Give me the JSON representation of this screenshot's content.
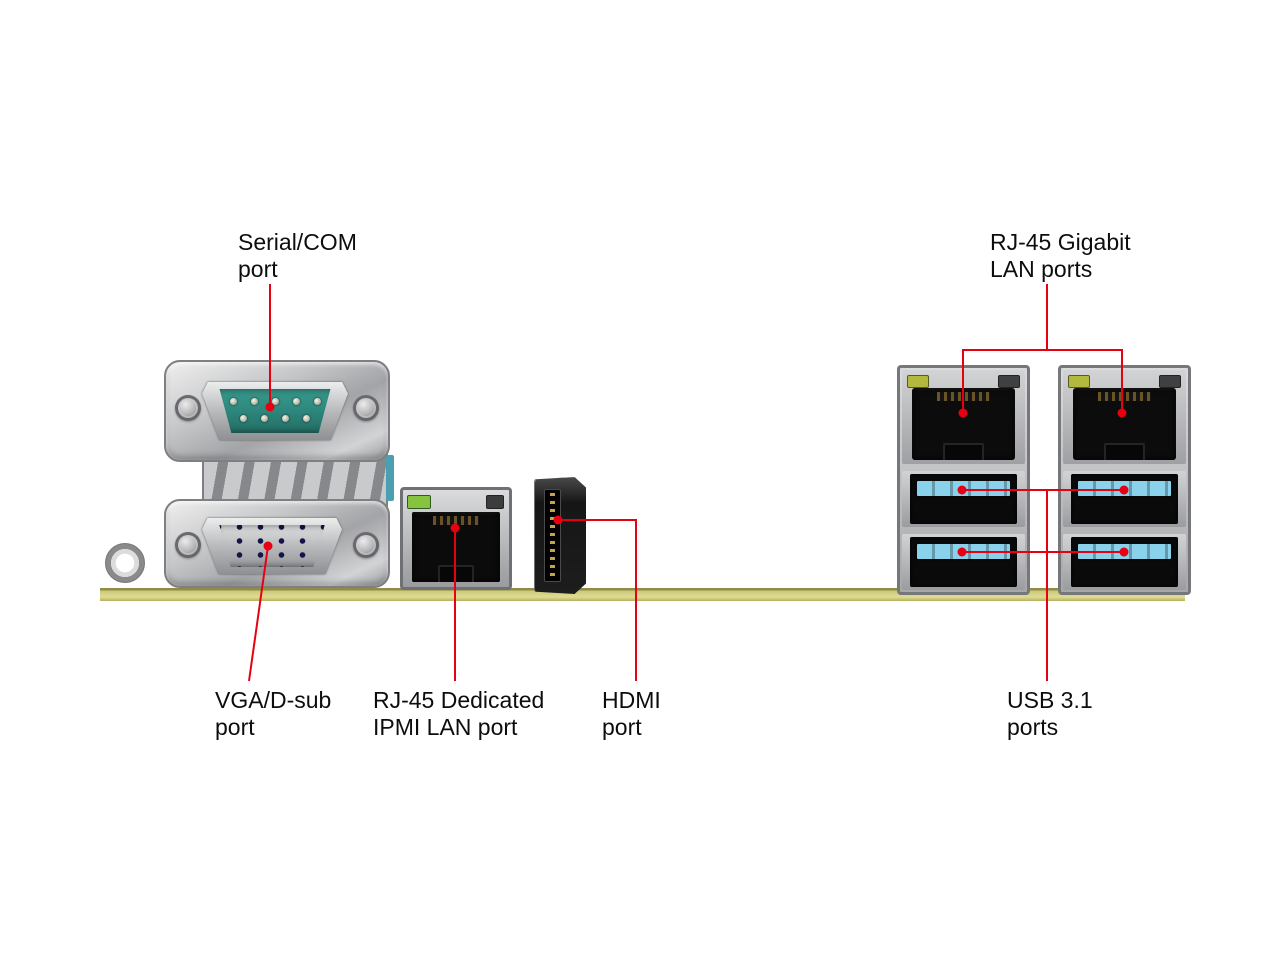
{
  "diagram": {
    "title": "Motherboard rear I/O panel port identification",
    "labels": {
      "serial_com": {
        "line1": "Serial/COM",
        "line2": "port"
      },
      "gigabit_lan": {
        "line1": "RJ-45 Gigabit",
        "line2": "LAN ports"
      },
      "vga": {
        "line1": "VGA/D-sub",
        "line2": "port"
      },
      "ipmi_lan": {
        "line1": "RJ-45 Dedicated",
        "line2": "IPMI LAN port"
      },
      "hdmi": {
        "line1": "HDMI",
        "line2": "port"
      },
      "usb": {
        "line1": "USB 3.1",
        "line2": "ports"
      }
    },
    "ports": [
      "serial-com-port",
      "vga-d-sub-port",
      "rj45-dedicated-ipmi-lan-port",
      "hdmi-port",
      "rj45-gigabit-lan-port-1",
      "rj45-gigabit-lan-port-2",
      "usb-3.1-port-1",
      "usb-3.1-port-2",
      "usb-3.1-port-3",
      "usb-3.1-port-4"
    ]
  },
  "colors": {
    "callout_red": "#e60012",
    "pcb_olive": "#cdc97b",
    "serial_teal": "#2f8b80",
    "vga_blue": "#3d3d92",
    "usb_blue": "#8ad2ec",
    "led_green": "#86c440",
    "led_yellow": "#b3b83e"
  }
}
